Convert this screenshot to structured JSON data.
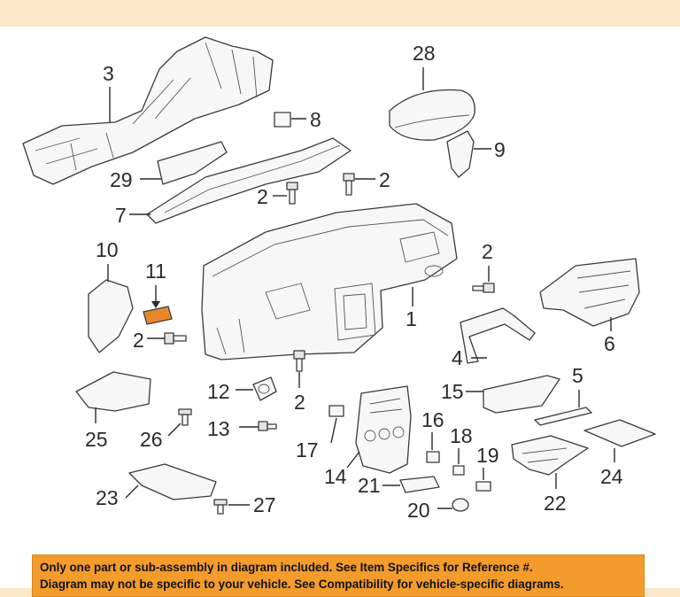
{
  "callouts": {
    "c1": "1",
    "c2a": "2",
    "c2b": "2",
    "c2c": "2",
    "c2d": "2",
    "c2e": "2",
    "c3": "3",
    "c4": "4",
    "c5": "5",
    "c6": "6",
    "c7": "7",
    "c8": "8",
    "c9": "9",
    "c10": "10",
    "c11": "11",
    "c12": "12",
    "c13": "13",
    "c14": "14",
    "c15": "15",
    "c16": "16",
    "c17": "17",
    "c18": "18",
    "c19": "19",
    "c20": "20",
    "c21": "21",
    "c22": "22",
    "c23": "23",
    "c24": "24",
    "c25": "25",
    "c26": "26",
    "c27": "27",
    "c28": "28",
    "c29": "29"
  },
  "notice": {
    "line1": "Only one part or sub-assembly in diagram included. See Item Specifics for Reference #.",
    "line2": "Diagram may not be specific to your vehicle. See Compatibility for vehicle-specific diagrams."
  },
  "colors": {
    "background": "#fce7c8",
    "highlight_part": "#e8882c",
    "notice_banner": "#f39c2c"
  }
}
